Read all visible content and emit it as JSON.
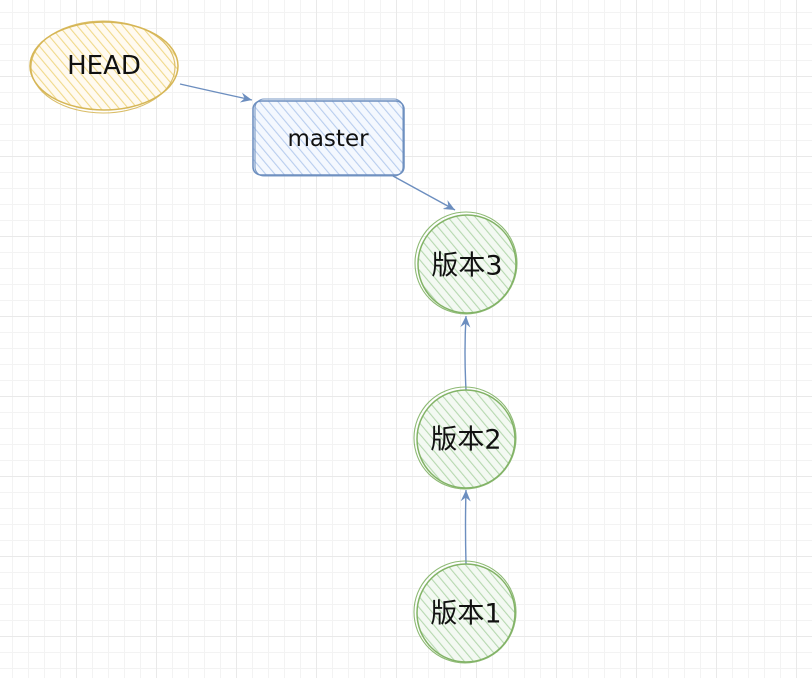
{
  "diagram": {
    "type": "git-branch-pointer",
    "nodes": {
      "head": {
        "label": "HEAD",
        "fill": "#fff2cc",
        "stroke": "#d6b656"
      },
      "master": {
        "label": "master",
        "fill": "#dae8fc",
        "stroke": "#6c8ebf"
      },
      "commits": [
        {
          "label": "版本3",
          "fill": "#d5e8d4",
          "stroke": "#82b366"
        },
        {
          "label": "版本2",
          "fill": "#d5e8d4",
          "stroke": "#82b366"
        },
        {
          "label": "版本1",
          "fill": "#d5e8d4",
          "stroke": "#82b366"
        }
      ]
    },
    "edges": [
      {
        "from": "HEAD",
        "to": "master"
      },
      {
        "from": "master",
        "to": "版本3"
      },
      {
        "from": "版本2",
        "to": "版本3"
      },
      {
        "from": "版本1",
        "to": "版本2"
      }
    ],
    "edge_color": "#6c8ebf"
  }
}
